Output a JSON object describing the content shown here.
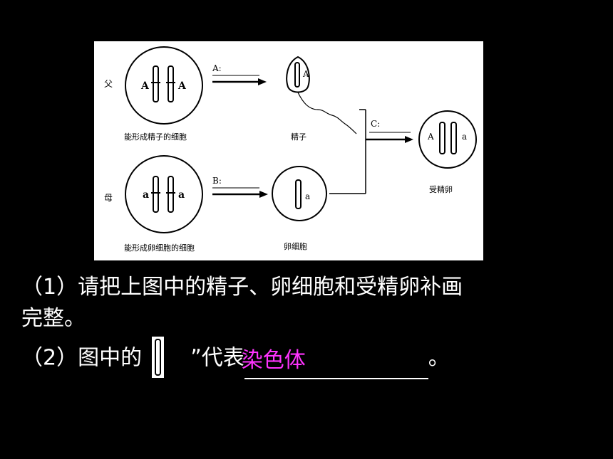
{
  "diagram": {
    "parents": {
      "father": "父",
      "mother": "母"
    },
    "arrows": {
      "a": "A:",
      "b": "B:",
      "c": "C:"
    },
    "captions": {
      "father_cell": "能形成精子的细胞",
      "sperm": "精子",
      "mother_cell": "能形成卵细胞的细胞",
      "egg": "卵细胞",
      "zygote": "受精卵"
    },
    "alleles": {
      "father_left": "A",
      "father_right": "A",
      "sperm": "A",
      "mother_left": "a",
      "mother_right": "a",
      "egg": "a",
      "zygote_left": "A",
      "zygote_right": "a"
    }
  },
  "questions": {
    "q1_line1": "（1）请把上图中的精子、卵细胞和受精卵补画",
    "q1_line2": "完整。",
    "q2_prefix": "（2）图中的",
    "q2_middle": "”代表",
    "q2_suffix": "。",
    "answer": "染色体"
  },
  "colors": {
    "background": "#000000",
    "text": "#ffffff",
    "answer": "#ff33ff"
  }
}
